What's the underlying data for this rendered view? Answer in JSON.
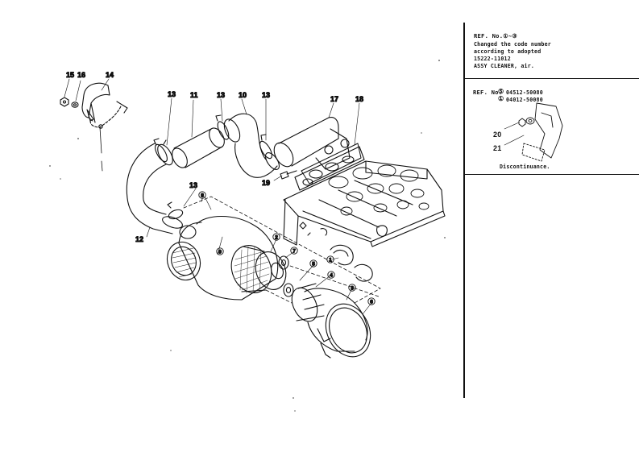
{
  "parts": {
    "p1": "1",
    "p2": "2",
    "p3": "3",
    "p4": "4",
    "p5": "5",
    "p6": "6",
    "p7": "7",
    "p8": "8",
    "p9": "9",
    "p10": "10",
    "p11": "11",
    "p12": "12",
    "p13": "13",
    "p14": "14",
    "p15": "15",
    "p16": "16",
    "p17": "17",
    "p18": "18",
    "p19": "19",
    "p20": "20",
    "p21": "21"
  },
  "notes": {
    "ref1_title": "REF. No.①~③",
    "ref1_line1": "Changed the code number",
    "ref1_line2": "according to adopted",
    "ref1_line3": "15222-11012",
    "ref1_line4": "ASSY CLEANER, air.",
    "ref2_title": "REF. No.",
    "ref2_num1": "⑤",
    "ref2_code1": "04512-50080",
    "ref2_num2": "①",
    "ref2_code2": "04012-50080",
    "inset_label_20": "20",
    "inset_label_21": "21",
    "ref2_status": "Discontinuance."
  }
}
